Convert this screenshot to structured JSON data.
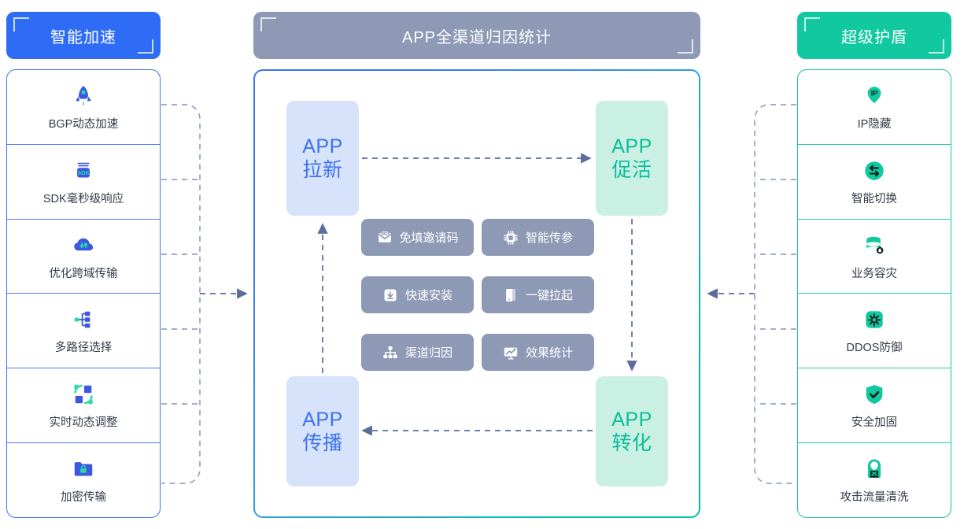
{
  "left_panel": {
    "header": {
      "title": "智能加速",
      "color": "#2f6cf6"
    },
    "border_color": "#3d72f4",
    "items": [
      {
        "label": "BGP动态加速",
        "icon": "rocket-icon"
      },
      {
        "label": "SDK毫秒级响应",
        "icon": "sdk-icon"
      },
      {
        "label": "优化跨域传输",
        "icon": "cloud-transfer-icon"
      },
      {
        "label": "多路径选择",
        "icon": "multi-path-icon"
      },
      {
        "label": "实时动态调整",
        "icon": "dynamic-adjust-icon"
      },
      {
        "label": "加密传输",
        "icon": "encrypted-folder-icon"
      }
    ]
  },
  "center_panel": {
    "header": {
      "title": "APP全渠道归因统计",
      "color": "#8e9ab5"
    },
    "stages": [
      {
        "key": "pull-new",
        "line1": "APP",
        "line2": "拉新",
        "theme": "blue"
      },
      {
        "key": "activate",
        "line1": "APP",
        "line2": "促活",
        "theme": "green"
      },
      {
        "key": "spread",
        "line1": "APP",
        "line2": "传播",
        "theme": "blue"
      },
      {
        "key": "convert",
        "line1": "APP",
        "line2": "转化",
        "theme": "green"
      }
    ],
    "tiles": [
      {
        "label": "免填邀请码",
        "icon": "mail-code-icon"
      },
      {
        "label": "智能传参",
        "icon": "chip-icon"
      },
      {
        "label": "快速安装",
        "icon": "download-box-icon"
      },
      {
        "label": "一键拉起",
        "icon": "phone-launch-icon"
      },
      {
        "label": "渠道归因",
        "icon": "sitemap-icon"
      },
      {
        "label": "效果统计",
        "icon": "chart-board-icon"
      }
    ]
  },
  "right_panel": {
    "header": {
      "title": "超级护盾",
      "color": "#12c8a0"
    },
    "border_color": "#17c3a2",
    "items": [
      {
        "label": "IP隐藏",
        "icon": "ip-pin-icon"
      },
      {
        "label": "智能切换",
        "icon": "switch-arrows-icon"
      },
      {
        "label": "业务容灾",
        "icon": "database-icon"
      },
      {
        "label": "DDOS防御",
        "icon": "ddos-gear-icon"
      },
      {
        "label": "安全加固",
        "icon": "shield-check-icon"
      },
      {
        "label": "攻击流量清洗",
        "icon": "attack-clean-icon"
      }
    ]
  },
  "connectors": {
    "arrow_color": "#5b6d9c",
    "dash_color": "#94a3c4"
  }
}
